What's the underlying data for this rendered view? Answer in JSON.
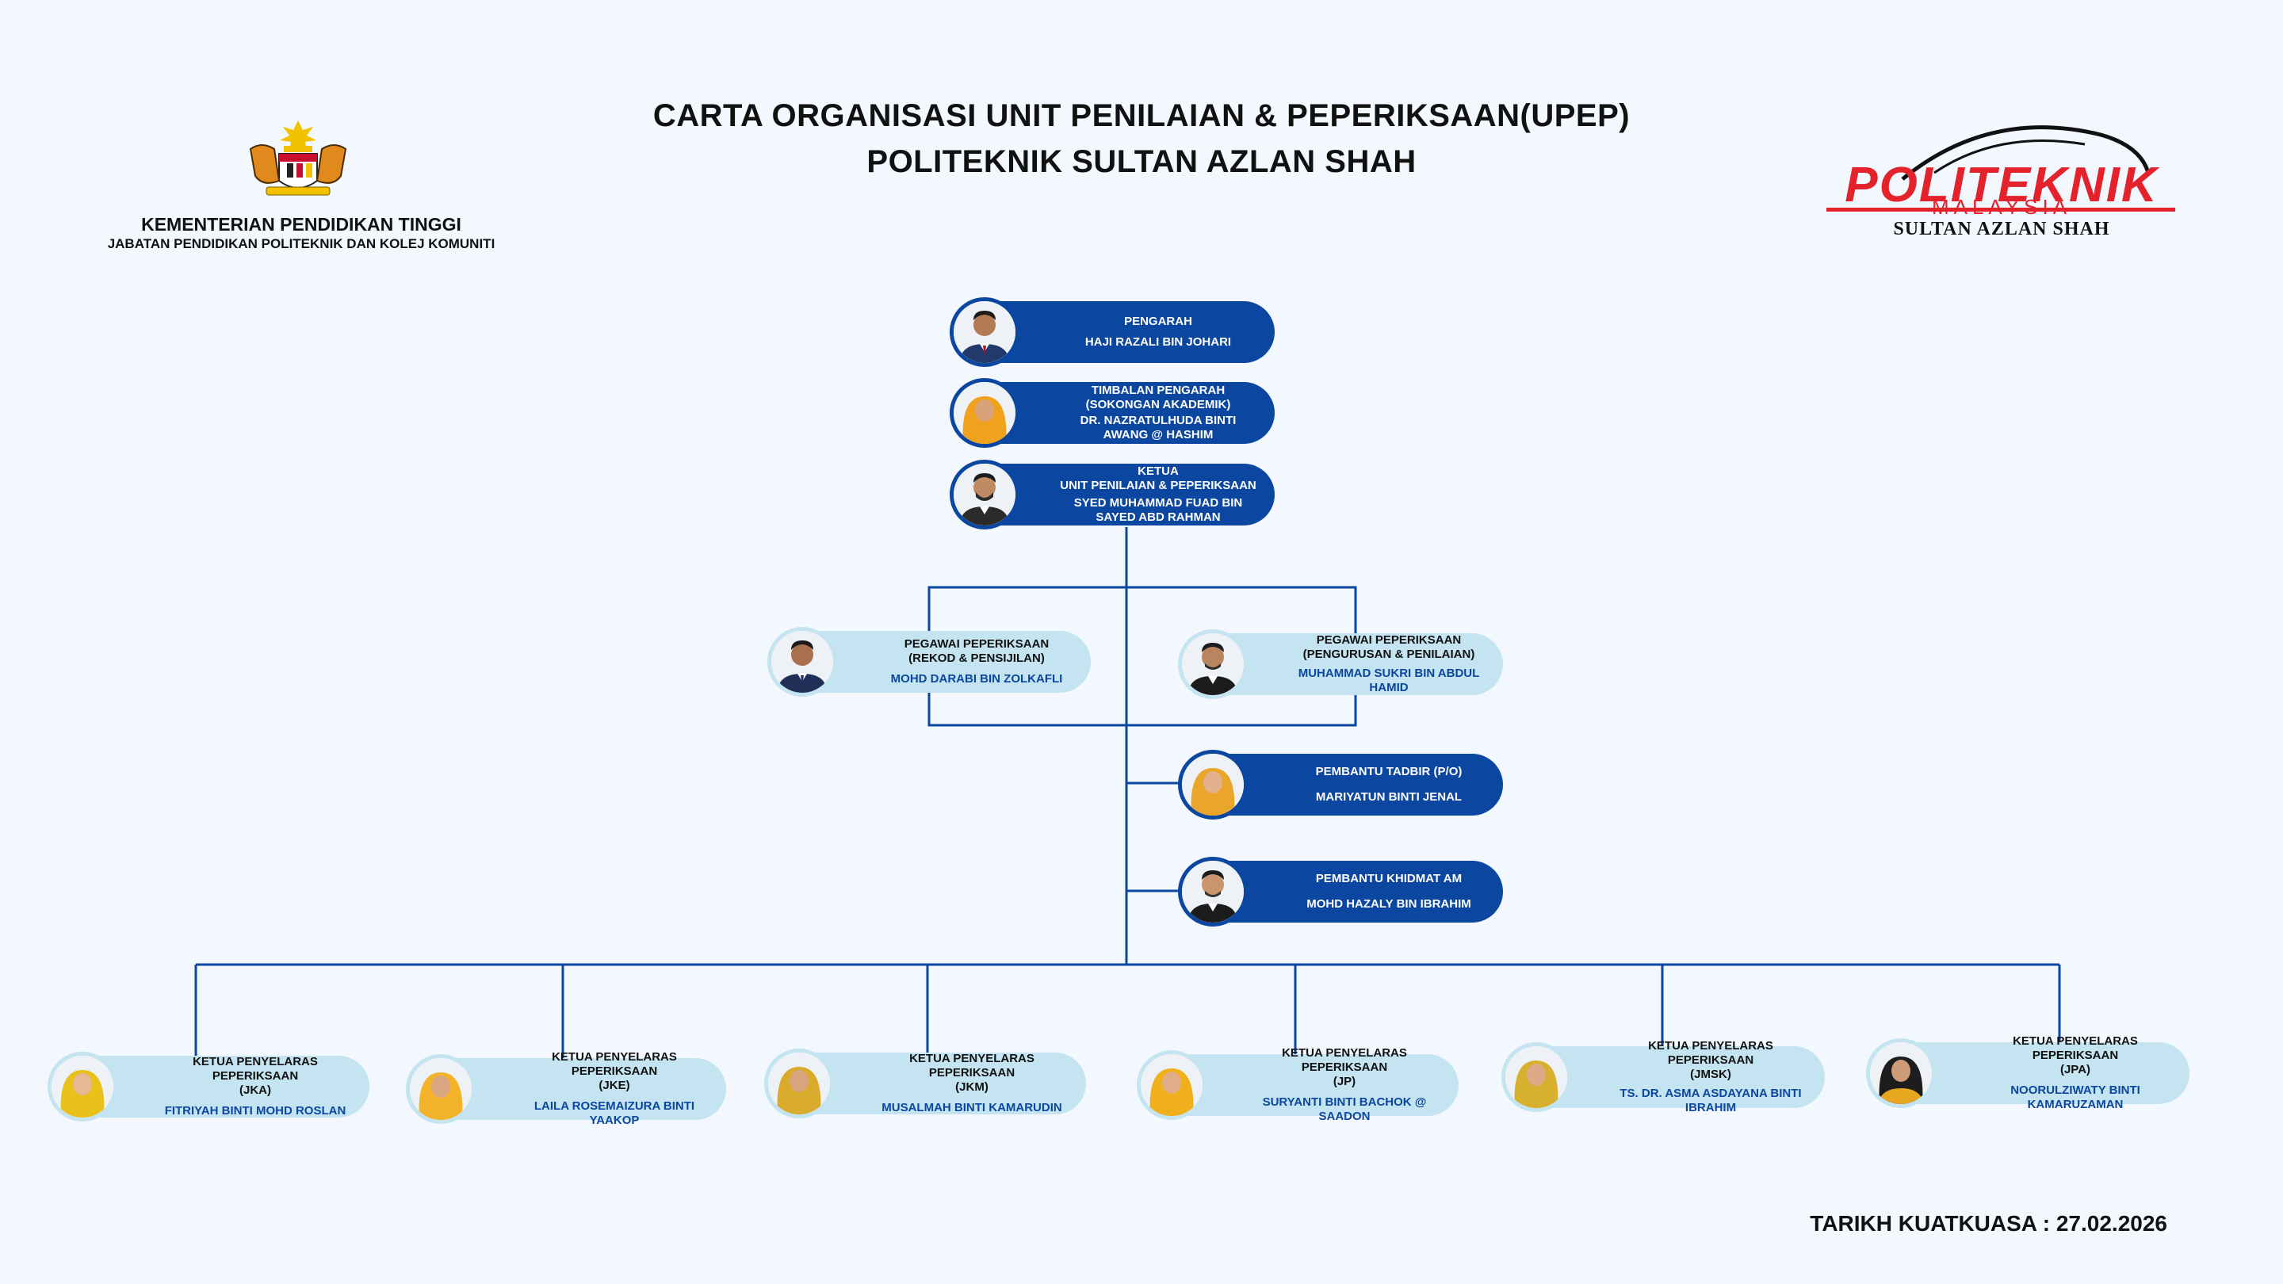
{
  "header": {
    "title_line1": "CARTA ORGANISASI UNIT PENILAIAN & PEPERIKSAAN(UPEP)",
    "title_line2": "POLITEKNIK SULTAN AZLAN SHAH",
    "ministry": "KEMENTERIAN PENDIDIKAN TINGGI",
    "department": "JABATAN PENDIDIKAN POLITEKNIK DAN KOLEJ KOMUNITI",
    "logo_main": "POLITEKNIK",
    "logo_sub": "MALAYSIA",
    "logo_campus": "SULTAN AZLAN SHAH"
  },
  "colors": {
    "navy": "#0b46a0",
    "light_blue": "#c3e4f0",
    "logo_red": "#e3222c"
  },
  "top_chain": [
    {
      "role": "PENGARAH",
      "name": "HAJI RAZALI BIN JOHARI",
      "icon": "male-portrait-icon"
    },
    {
      "role": "TIMBALAN PENGARAH\n(SOKONGAN AKADEMIK)",
      "name": "DR. NAZRATULHUDA BINTI\nAWANG @ HASHIM",
      "icon": "female-portrait-icon"
    },
    {
      "role": "KETUA\nUNIT PENILAIAN & PEPERIKSAAN",
      "name": "SYED MUHAMMAD FUAD BIN\nSAYED ABD RAHMAN",
      "icon": "male-portrait-icon"
    }
  ],
  "officers": [
    {
      "role": "PEGAWAI PEPERIKSAAN\n(REKOD & PENSIJILAN)",
      "name": "MOHD DARABI BIN ZOLKAFLI",
      "icon": "male-portrait-icon"
    },
    {
      "role": "PEGAWAI PEPERIKSAAN\n(PENGURUSAN & PENILAIAN)",
      "name": "MUHAMMAD SUKRI BIN ABDUL HAMID",
      "icon": "male-portrait-icon"
    }
  ],
  "support": [
    {
      "role": "PEMBANTU TADBIR (P/O)",
      "name": "MARIYATUN BINTI JENAL",
      "icon": "female-portrait-icon"
    },
    {
      "role": "PEMBANTU KHIDMAT AM",
      "name": "MOHD HAZALY BIN IBRAHIM",
      "icon": "male-portrait-icon"
    }
  ],
  "coordinators": [
    {
      "role": "KETUA PENYELARAS PEPERIKSAAN\n(JKA)",
      "name": "FITRIYAH BINTI MOHD ROSLAN",
      "icon": "female-portrait-icon"
    },
    {
      "role": "KETUA PENYELARAS PEPERIKSAAN\n(JKE)",
      "name": "LAILA ROSEMAIZURA BINTI YAAKOP",
      "icon": "female-portrait-icon"
    },
    {
      "role": "KETUA PENYELARAS PEPERIKSAAN\n(JKM)",
      "name": "MUSALMAH BINTI KAMARUDIN",
      "icon": "female-portrait-icon"
    },
    {
      "role": "KETUA PENYELARAS PEPERIKSAAN\n(JP)",
      "name": "SURYANTI BINTI BACHOK @ SAADON",
      "icon": "female-portrait-icon"
    },
    {
      "role": "KETUA PENYELARAS PEPERIKSAAN\n(JMSK)",
      "name": "TS. DR. ASMA ASDAYANA BINTI\nIBRAHIM",
      "icon": "female-portrait-icon"
    },
    {
      "role": "KETUA PENYELARAS PEPERIKSAAN\n(JPA)",
      "name": "NOORULZIWATY BINTI KAMARUZAMAN",
      "icon": "female-portrait-icon"
    }
  ],
  "footer": {
    "effective_date": "TARIKH KUATKUASA : 27.02.2026"
  }
}
